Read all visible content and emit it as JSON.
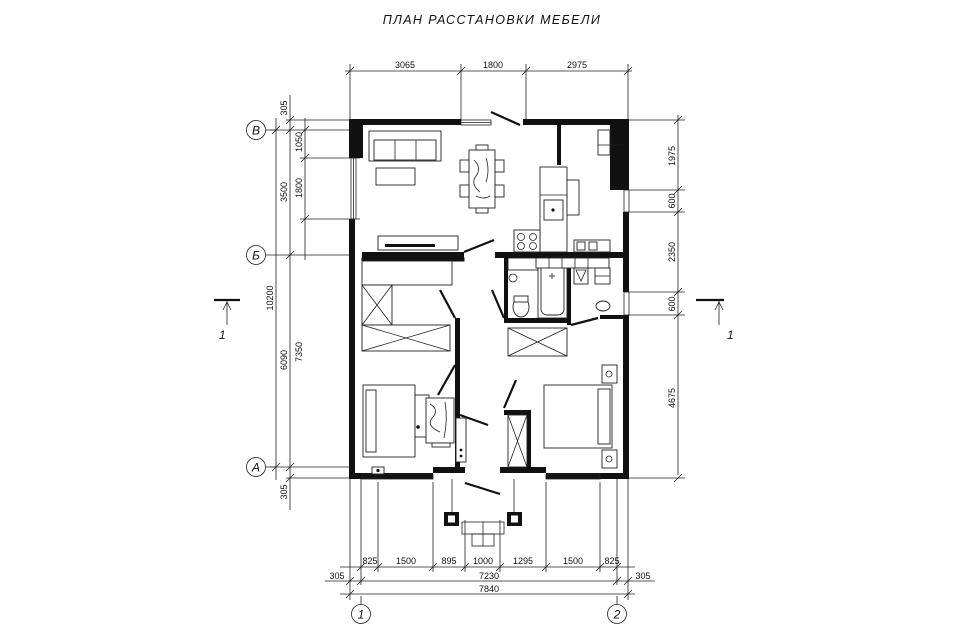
{
  "title": "ПЛАН РАССТАНОВКИ МЕБЕЛИ",
  "dims": {
    "top": [
      "3065",
      "1800",
      "2975"
    ],
    "bottom_row1": [
      "825",
      "1500",
      "895",
      "1000",
      "1295",
      "1500",
      "825"
    ],
    "bottom_side_left": "305",
    "bottom_total_inner": "7230",
    "bottom_side_right": "305",
    "bottom_total": "7840",
    "left_outer": [
      "305",
      "1050",
      "1800",
      "3500",
      "10200",
      "6090",
      "7350",
      "305"
    ],
    "right": [
      "1975",
      "600",
      "2350",
      "600",
      "4675"
    ]
  },
  "axes": {
    "rows": [
      "В",
      "Б",
      "А"
    ],
    "cols": [
      "1",
      "2"
    ],
    "section": "1"
  },
  "colors": {
    "ink": "#111111",
    "background": "#ffffff"
  }
}
